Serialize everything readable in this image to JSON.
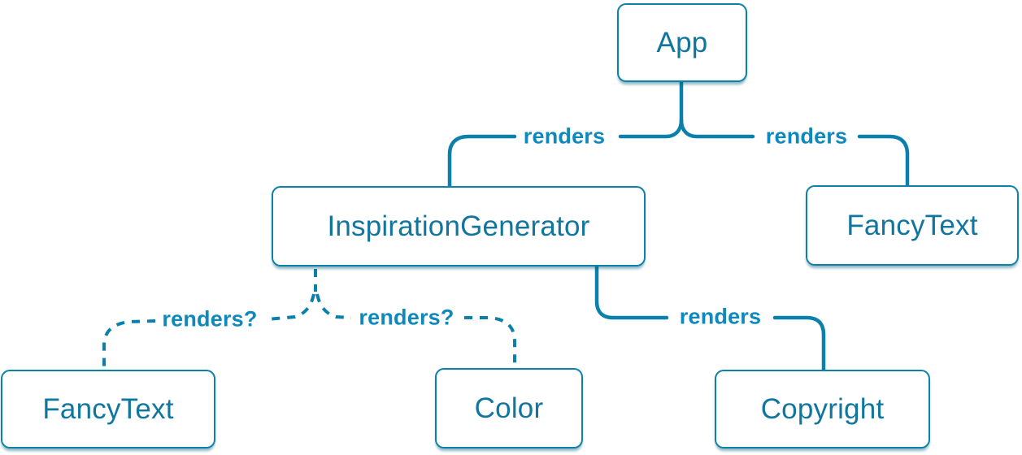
{
  "diagram": {
    "kind": "react-render-tree"
  },
  "colors": {
    "line": "#0a80ab",
    "node_border": "#0c81aa",
    "node_fill": "#ffffff",
    "node_text": "#11769e",
    "edge_label": "#0e89bd",
    "canvas_bg": "#ffffff"
  },
  "nodes": {
    "app": {
      "label": "App"
    },
    "inspiration_generator": {
      "label": "InspirationGenerator"
    },
    "fancy_text_top": {
      "label": "FancyText"
    },
    "fancy_text_bottom": {
      "label": "FancyText"
    },
    "color": {
      "label": "Color"
    },
    "copyright": {
      "label": "Copyright"
    }
  },
  "edges": {
    "app_to_inspiration_generator": {
      "label": "renders",
      "style": "solid"
    },
    "app_to_fancy_text": {
      "label": "renders",
      "style": "solid"
    },
    "inspiration_generator_to_fancy_text": {
      "label": "renders?",
      "style": "dashed"
    },
    "inspiration_generator_to_color": {
      "label": "renders?",
      "style": "dashed"
    },
    "inspiration_generator_to_copyright": {
      "label": "renders",
      "style": "solid"
    }
  }
}
